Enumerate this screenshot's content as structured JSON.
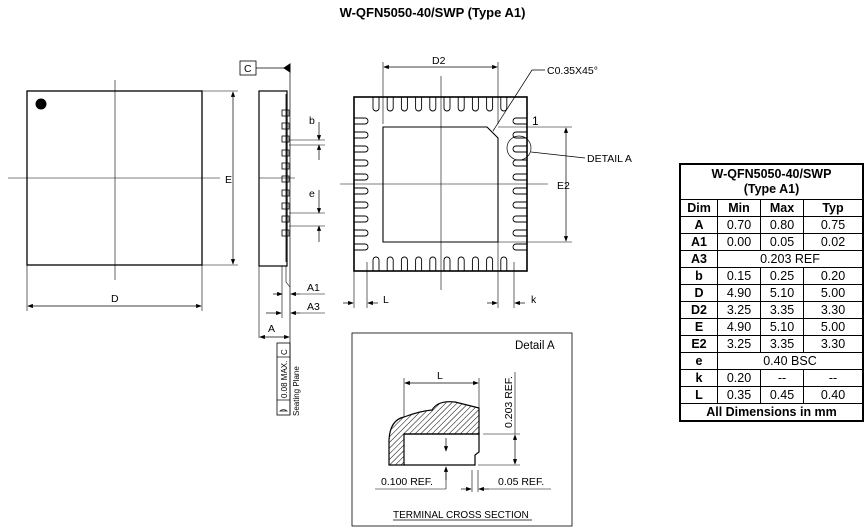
{
  "title": "W-QFN5050-40/SWP (Type A1)",
  "drawing": {
    "top_view": {
      "dim_d": "D",
      "dim_e": "E"
    },
    "side_view": {
      "datum": "C",
      "dim_b": "b",
      "dim_e": "e",
      "dim_a1": "A1",
      "dim_a3": "A3",
      "dim_a": "A",
      "flatness": "0.08 MAX.",
      "flatness_datum": "C",
      "seating_plane": "Seating Plane"
    },
    "bottom_view": {
      "dim_d2": "D2",
      "dim_e2": "E2",
      "chamfer": "C0.35X45°",
      "pin1": "1",
      "detail_callout": "DETAIL A",
      "dim_l": "L",
      "dim_k": "k"
    },
    "detail": {
      "title": "Detail A",
      "dim_l": "L",
      "thickness": "0.203 REF.",
      "ref_100": "0.100 REF.",
      "ref_05": "0.05 REF.",
      "caption": "TERMINAL CROSS SECTION"
    }
  },
  "table": {
    "title_line1": "W-QFN5050-40/SWP",
    "title_line2": "(Type A1)",
    "headers": [
      "Dim",
      "Min",
      "Max",
      "Typ"
    ],
    "rows": [
      {
        "dim": "A",
        "min": "0.70",
        "max": "0.80",
        "typ": "0.75"
      },
      {
        "dim": "A1",
        "min": "0.00",
        "max": "0.05",
        "typ": "0.02"
      },
      {
        "dim": "A3",
        "span": "0.203 REF"
      },
      {
        "dim": "b",
        "min": "0.15",
        "max": "0.25",
        "typ": "0.20"
      },
      {
        "dim": "D",
        "min": "4.90",
        "max": "5.10",
        "typ": "5.00"
      },
      {
        "dim": "D2",
        "min": "3.25",
        "max": "3.35",
        "typ": "3.30"
      },
      {
        "dim": "E",
        "min": "4.90",
        "max": "5.10",
        "typ": "5.00"
      },
      {
        "dim": "E2",
        "min": "3.25",
        "max": "3.35",
        "typ": "3.30"
      },
      {
        "dim": "e",
        "span": "0.40 BSC"
      },
      {
        "dim": "k",
        "min": "0.20",
        "max": "--",
        "typ": "--"
      },
      {
        "dim": "L",
        "min": "0.35",
        "max": "0.45",
        "typ": "0.40"
      }
    ],
    "footer": "All Dimensions in mm"
  }
}
